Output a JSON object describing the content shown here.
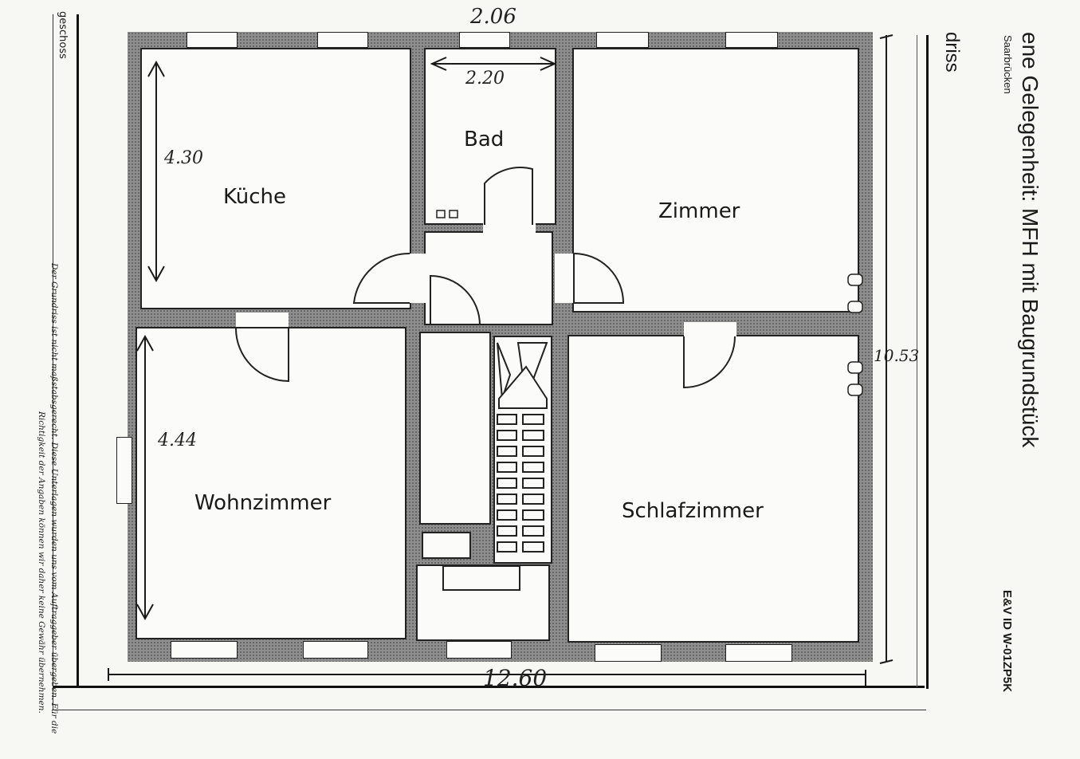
{
  "plan": {
    "rooms": {
      "kueche": "Küche",
      "bad": "Bad",
      "zimmer": "Zimmer",
      "wohnzimmer": "Wohnzimmer",
      "schlafzimmer": "Schlafzimmer"
    },
    "dimensions": {
      "top": "2.06",
      "bad_width": "2.20",
      "kueche_height": "4.30",
      "wohnzimmer_height": "4.44",
      "right_side": "10.53",
      "bottom": "12.60"
    }
  },
  "margin_left": {
    "geschoss": "geschoss",
    "disclaimer_1": "Der Grundriss ist nicht maßstabsgerecht. Diese Unterlagen wurden uns vom Auftraggeber übergeben. Für die",
    "disclaimer_2": "Richtigkeit der Angaben können wir daher keine Gewähr übernehmen."
  },
  "margin_right": {
    "driss": "driss",
    "headline": "ene Gelegenheit: MFH mit Baugrundstück",
    "city": "Saarbrücken",
    "id": "E&V ID W-01ZP5K"
  },
  "colors": {
    "wall": "#8e8e8e",
    "paper": "#f7f7f4",
    "ink": "#1a1a1a"
  }
}
